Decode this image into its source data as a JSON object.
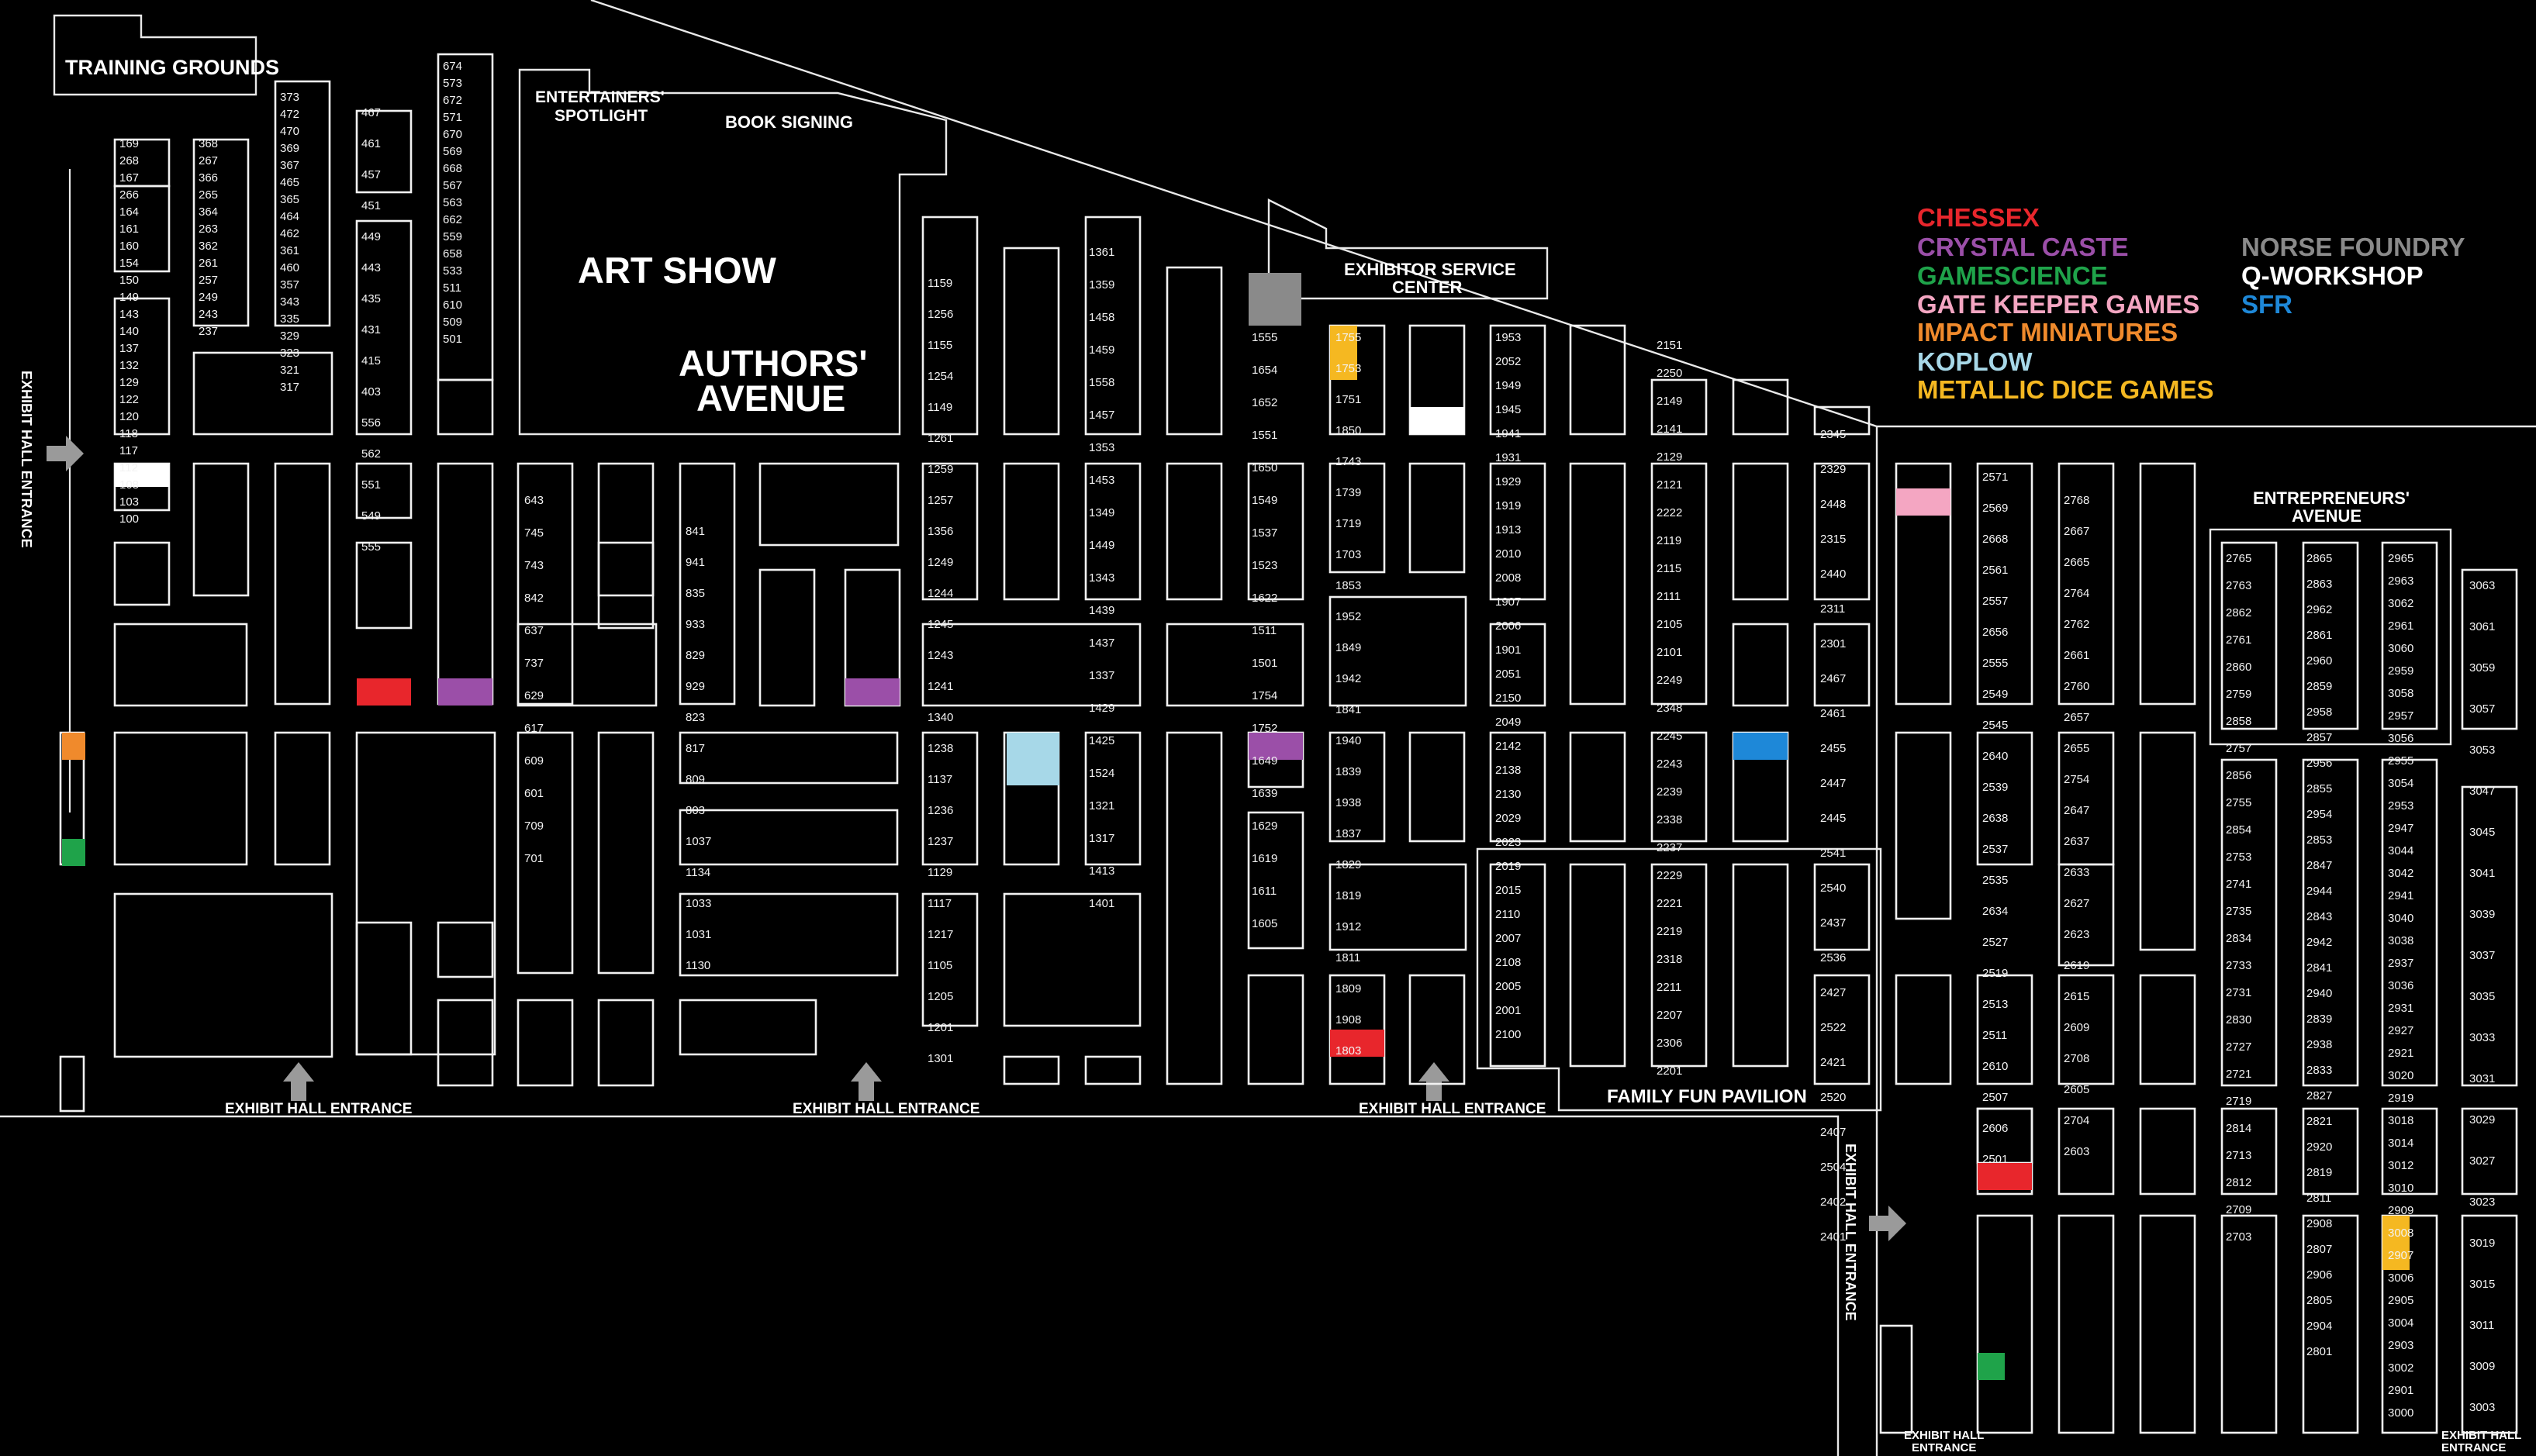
{
  "areas": {
    "training_grounds": "TRAINING GROUNDS",
    "entertainers_1": "ENTERTAINERS'",
    "entertainers_2": "SPOTLIGHT",
    "book_signing": "BOOK SIGNING",
    "art_show": "ART SHOW",
    "authors_1": "AUTHORS'",
    "authors_2": "AVENUE",
    "exhibitor_1": "EXHIBITOR SERVICE",
    "exhibitor_2": "CENTER",
    "entrepreneurs_1": "ENTREPRENEURS'",
    "entrepreneurs_2": "AVENUE",
    "family_fun": "FAMILY FUN PAVILION"
  },
  "entrances": {
    "label": "EXHIBIT HALL ENTRANCE",
    "small_1": "EXHIBIT HALL",
    "small_2": "ENTRANCE"
  },
  "legend": {
    "left": [
      {
        "name": "CHESSEX",
        "color": "#e8262c"
      },
      {
        "name": "CRYSTAL CASTE",
        "color": "#9b4fa8"
      },
      {
        "name": "GAMESCIENCE",
        "color": "#1fa34a"
      },
      {
        "name": "GATE KEEPER GAMES",
        "color": "#f4a6c2"
      },
      {
        "name": "IMPACT MINIATURES",
        "color": "#f08a2c"
      },
      {
        "name": "KOPLOW",
        "color": "#a7d8e8"
      },
      {
        "name": "METALLIC DICE GAMES",
        "color": "#f5b821"
      }
    ],
    "right": [
      {
        "name": "NORSE FOUNDRY",
        "color": "#8a8a8a"
      },
      {
        "name": "Q-WORKSHOP",
        "color": "#ffffff"
      },
      {
        "name": "SFR",
        "color": "#1e88d8"
      }
    ]
  },
  "booth_numbers": {
    "col_100": [
      "169",
      "268",
      "167",
      "266",
      "164",
      "161",
      "160",
      "154",
      "150",
      "149",
      "143",
      "140",
      "137",
      "132",
      "129",
      "122",
      "120",
      "118",
      "117",
      "112",
      "108",
      "103",
      "100"
    ],
    "col_200": [
      "368",
      "267",
      "366",
      "265",
      "364",
      "263",
      "362",
      "261",
      "257",
      "249",
      "243",
      "237"
    ],
    "col_300": [
      "373",
      "472",
      "470",
      "369",
      "367",
      "465",
      "365",
      "464",
      "462",
      "361",
      "460",
      "357",
      "343",
      "335",
      "329",
      "323",
      "321",
      "317"
    ],
    "col_400": [
      "467",
      "461",
      "457",
      "451",
      "449",
      "443",
      "435",
      "431",
      "415",
      "403",
      "556",
      "562",
      "551",
      "549",
      "555"
    ],
    "col_500": [
      "674",
      "573",
      "672",
      "571",
      "670",
      "569",
      "668",
      "567",
      "563",
      "662",
      "559",
      "658",
      "533",
      "511",
      "610",
      "509",
      "501"
    ],
    "col_600": [
      "643",
      "745",
      "743",
      "842",
      "637",
      "737",
      "629",
      "617",
      "609",
      "601",
      "709",
      "701"
    ],
    "col_800": [
      "841",
      "941",
      "835",
      "933",
      "829",
      "929",
      "823",
      "817",
      "809",
      "803",
      "1037",
      "1134",
      "1033",
      "1031",
      "1130"
    ],
    "col_1100": [
      "1159",
      "1256",
      "1155",
      "1254",
      "1149",
      "1261",
      "1259",
      "1257",
      "1356",
      "1249",
      "1244",
      "1245",
      "1243",
      "1241",
      "1340",
      "1238",
      "1137",
      "1236",
      "1237",
      "1129",
      "1117",
      "1217",
      "1105",
      "1205",
      "1201",
      "1301"
    ],
    "col_1300": [
      "1361",
      "1359",
      "1458",
      "1459",
      "1558",
      "1457",
      "1353",
      "1453",
      "1349",
      "1449",
      "1343",
      "1439",
      "1437",
      "1337",
      "1429",
      "1425",
      "1524",
      "1321",
      "1317",
      "1413",
      "1401"
    ],
    "col_1500": [
      "1555",
      "1654",
      "1652",
      "1551",
      "1650",
      "1549",
      "1537",
      "1523",
      "1622",
      "1511",
      "1501",
      "1754",
      "1752",
      "1649",
      "1639",
      "1629",
      "1619",
      "1611",
      "1605"
    ],
    "col_1700": [
      "1755",
      "1753",
      "1751",
      "1850",
      "1743",
      "1739",
      "1719",
      "1703",
      "1853",
      "1952",
      "1849",
      "1942",
      "1841",
      "1940",
      "1839",
      "1938",
      "1837",
      "1829",
      "1819",
      "1912",
      "1811",
      "1809",
      "1908",
      "1803"
    ],
    "col_1900": [
      "1953",
      "2052",
      "1949",
      "1945",
      "1941",
      "1931",
      "1929",
      "1919",
      "1913",
      "2010",
      "2008",
      "1907",
      "2006",
      "1901",
      "2051",
      "2150",
      "2049",
      "2142",
      "2138",
      "2130",
      "2029",
      "2023",
      "2019",
      "2015",
      "2110",
      "2007",
      "2108",
      "2005",
      "2001",
      "2100"
    ],
    "col_2100": [
      "2151",
      "2250",
      "2149",
      "2141",
      "2129",
      "2121",
      "2222",
      "2119",
      "2115",
      "2111",
      "2105",
      "2101",
      "2249",
      "2348",
      "2245",
      "2243",
      "2239",
      "2338",
      "2237",
      "2229",
      "2221",
      "2219",
      "2318",
      "2211",
      "2207",
      "2306",
      "2201"
    ],
    "col_2300": [
      "2345",
      "2329",
      "2448",
      "2315",
      "2440",
      "2311",
      "2301",
      "2467",
      "2461",
      "2455",
      "2447",
      "2445",
      "2541",
      "2540",
      "2437",
      "2536",
      "2427",
      "2522",
      "2421",
      "2520",
      "2407",
      "2504",
      "2402",
      "2401"
    ],
    "col_2500": [
      "2571",
      "2569",
      "2668",
      "2561",
      "2557",
      "2656",
      "2555",
      "2549",
      "2545",
      "2640",
      "2539",
      "2638",
      "2537",
      "2535",
      "2634",
      "2527",
      "2519",
      "2513",
      "2511",
      "2610",
      "2507",
      "2606",
      "2501"
    ],
    "col_2600": [
      "2768",
      "2667",
      "2665",
      "2764",
      "2762",
      "2661",
      "2760",
      "2657",
      "2655",
      "2754",
      "2647",
      "2637",
      "2633",
      "2627",
      "2623",
      "2619",
      "2615",
      "2609",
      "2708",
      "2605",
      "2704",
      "2603"
    ],
    "col_2700": [
      "2765",
      "2763",
      "2862",
      "2761",
      "2860",
      "2759",
      "2858",
      "2757",
      "2856",
      "2755",
      "2854",
      "2753",
      "2741",
      "2735",
      "2834",
      "2733",
      "2731",
      "2830",
      "2727",
      "2721",
      "2719",
      "2814",
      "2713",
      "2812",
      "2709",
      "2703"
    ],
    "col_2800": [
      "2865",
      "2863",
      "2962",
      "2861",
      "2960",
      "2859",
      "2958",
      "2857",
      "2956",
      "2855",
      "2954",
      "2853",
      "2847",
      "2944",
      "2843",
      "2942",
      "2841",
      "2940",
      "2839",
      "2938",
      "2833",
      "2827",
      "2821",
      "2920",
      "2819",
      "2811",
      "2908",
      "2807",
      "2906",
      "2805",
      "2904",
      "2801"
    ],
    "col_2900": [
      "2965",
      "2963",
      "3062",
      "2961",
      "3060",
      "2959",
      "3058",
      "2957",
      "3056",
      "2955",
      "3054",
      "2953",
      "2947",
      "3044",
      "3042",
      "2941",
      "3040",
      "3038",
      "2937",
      "3036",
      "2931",
      "2927",
      "2921",
      "3020",
      "2919",
      "3018",
      "3014",
      "3012",
      "3010",
      "2909",
      "3008",
      "2907",
      "3006",
      "2905",
      "3004",
      "2903",
      "3002",
      "2901",
      "3000"
    ],
    "col_3000": [
      "3063",
      "3061",
      "3059",
      "3057",
      "3053",
      "3047",
      "3045",
      "3041",
      "3039",
      "3037",
      "3035",
      "3033",
      "3031",
      "3029",
      "3027",
      "3023",
      "3019",
      "3015",
      "3011",
      "3009",
      "3003"
    ]
  }
}
